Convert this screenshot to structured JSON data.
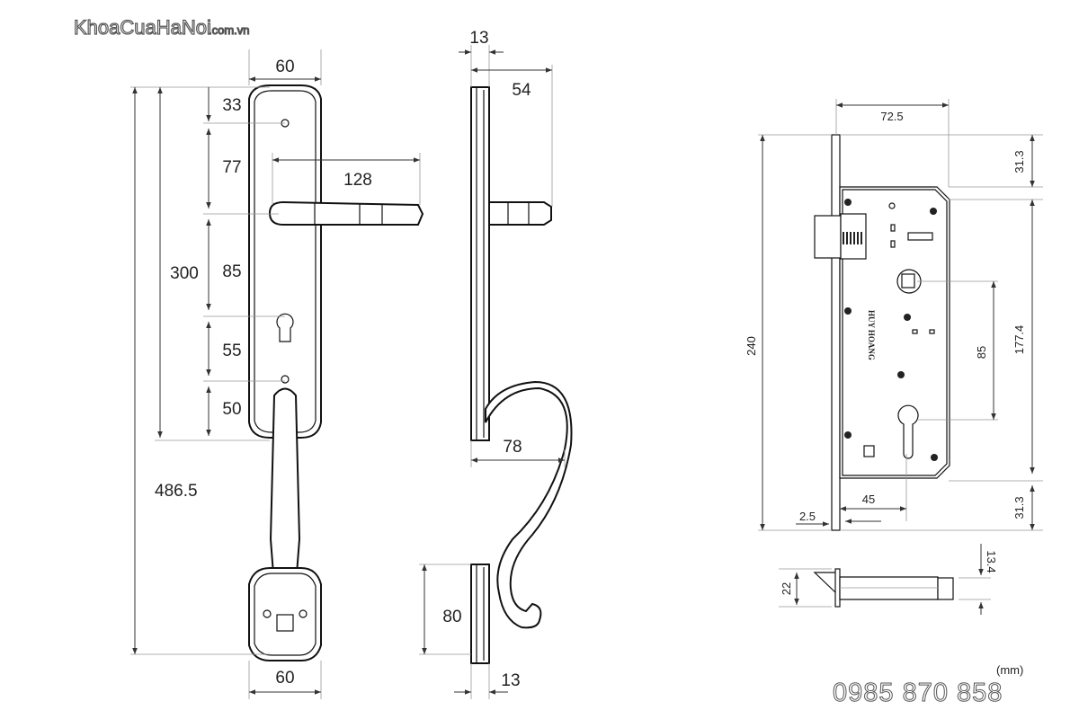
{
  "watermark": {
    "brand": "KhoaCuaHaNoi",
    "domain": ".com.vn"
  },
  "lock_logo_text": "HUY HOANG",
  "front_view": {
    "top_width": "60",
    "bottom_width": "60",
    "total_height": "486.5",
    "plate_height": "300",
    "lever_length": "128",
    "segments": [
      "33",
      "77",
      "85",
      "55",
      "50"
    ]
  },
  "side_view": {
    "plate_thickness_top": "13",
    "lever_projection": "54",
    "grip_projection": "78",
    "bottom_plate_height": "80",
    "plate_thickness_bottom": "13"
  },
  "lock_body": {
    "width": "72.5",
    "height": "240",
    "top_offset": "31.3",
    "bottom_offset": "31.3",
    "inner_height": "177.4",
    "center_distance": "85",
    "backset": "45",
    "faceplate": "2.5"
  },
  "latch": {
    "height": "22",
    "width": "13.4"
  },
  "unit": "(mm)",
  "phone": "0985 870 858"
}
